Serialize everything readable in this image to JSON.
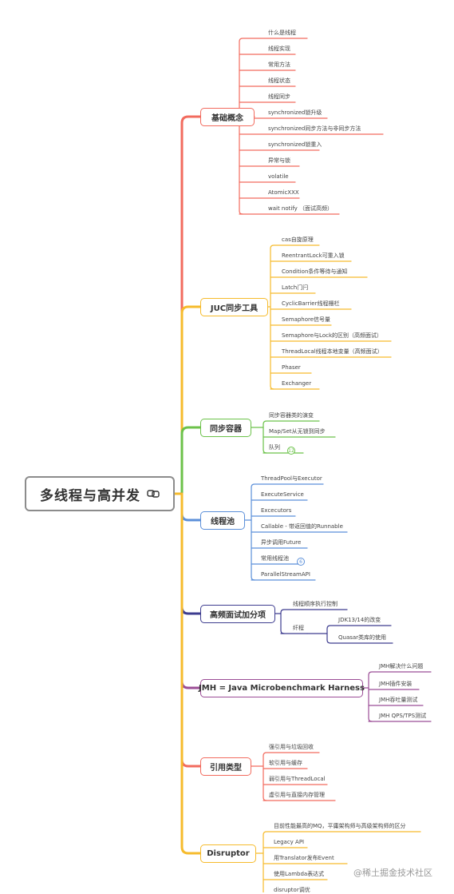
{
  "root": {
    "title": "多线程与高并发"
  },
  "colors": {
    "red": "#f26b5e",
    "yellow": "#f6bb2c",
    "green": "#6cc24a",
    "blue": "#5b8fd9",
    "navy": "#3d3c8f",
    "purple": "#9b4d96",
    "gray": "#8c8c8c"
  },
  "branches": [
    {
      "label": "基础概念",
      "color": "#f26b5e",
      "items": [
        "什么是线程",
        "线程实现",
        "常用方法",
        "线程状态",
        "线程同步",
        "synchronized锁升级",
        "synchronized同步方法与非同步方法",
        "synchronized锁重入",
        "异常与锁",
        "volatile",
        "AtomicXXX",
        "wait notify （面试高频）"
      ]
    },
    {
      "label": "JUC同步工具",
      "color": "#f6bb2c",
      "items": [
        "cas自旋原理",
        "ReentrantLock可重入锁",
        "Condition条件等待与通知",
        "Latch门闩",
        "CyclicBarrier线程栅栏",
        "Semaphore信号量",
        "Semaphore与Lock的区别（高频面试）",
        "ThreadLocal线程本地变量（高频面试）",
        "Phaser",
        "Exchanger"
      ]
    },
    {
      "label": "同步容器",
      "color": "#6cc24a",
      "items": [
        "同步容器类的演变",
        "Map/Set从无锁到同步",
        "队列"
      ],
      "badge": "12"
    },
    {
      "label": "线程池",
      "color": "#5b8fd9",
      "items": [
        "ThreadPool与Executor",
        "ExecuteService",
        "Excecutors",
        "Callable - 带返回值的Runnable",
        "异步调用Future",
        "常用线程池",
        "ParallelStreamAPI"
      ],
      "badge": "6"
    },
    {
      "label": "高频面试加分项",
      "color": "#3d3c8f",
      "items": [
        "线程顺序执行控制",
        "纤程"
      ],
      "sub": [
        "JDK13/14的改变",
        "Quasar类库的使用"
      ]
    },
    {
      "label": "JMH = Java Microbenchmark Harness",
      "color": "#9b4d96",
      "items": [
        "JMH解决什么问题",
        "JMH插件安装",
        "JMH吞吐量测试",
        "JMH QPS/TPS测试"
      ]
    },
    {
      "label": "引用类型",
      "color": "#f26b5e",
      "items": [
        "强引用与垃圾回收",
        "软引用与缓存",
        "弱引用与ThreadLocal",
        "虚引用与直接内存管理"
      ]
    },
    {
      "label": "Disruptor",
      "color": "#f6bb2c",
      "items": [
        "目前性能最高的MQ，平庸架构师与高级架构师的区分",
        "Legacy API",
        "用Translator发布Event",
        "使用Lambda表达式",
        "disruptor调优"
      ]
    }
  ],
  "watermark": "@稀土掘金技术社区"
}
